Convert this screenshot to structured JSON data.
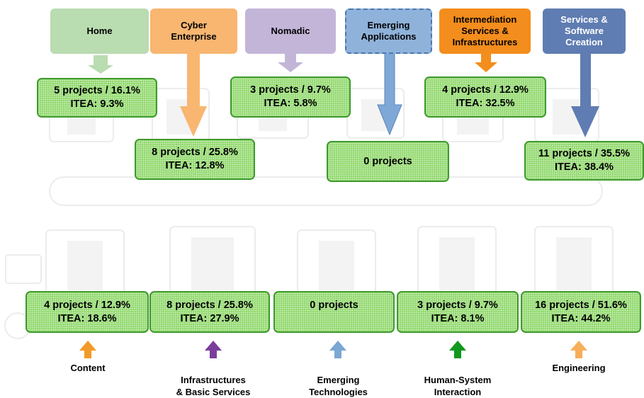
{
  "top_categories": [
    {
      "label": "Home",
      "color": "#b9dcb1",
      "stats": [
        "5 projects / 16.1%",
        "ITEA: 9.3%"
      ]
    },
    {
      "label": "Cyber\nEnterprise",
      "color": "#f8b671",
      "stats": [
        "8 projects / 25.8%",
        "ITEA: 12.8%"
      ]
    },
    {
      "label": "Nomadic",
      "color": "#c3b5d8",
      "stats": [
        "3 projects / 9.7%",
        "ITEA: 5.8%"
      ]
    },
    {
      "label": "Emerging\nApplications",
      "color": "#8fb2da",
      "stats": [
        "0 projects"
      ]
    },
    {
      "label": "Intermediation\nServices &\nInfrastructures",
      "color": "#f38d1d",
      "stats": [
        "4 projects / 12.9%",
        "ITEA: 32.5%"
      ]
    },
    {
      "label": "Services &\nSoftware\nCreation",
      "color": "#5f7db2",
      "stats": [
        "11 projects / 35.5%",
        "ITEA: 38.4%"
      ]
    }
  ],
  "bottom_categories": [
    {
      "label": "Content",
      "arrow_color": "#f29a29",
      "stats": [
        "4 projects / 12.9%",
        "ITEA: 18.6%"
      ]
    },
    {
      "label": "Infrastructures\n& Basic Services",
      "arrow_color": "#7a3d9c",
      "stats": [
        "8 projects / 25.8%",
        "ITEA: 27.9%"
      ]
    },
    {
      "label": "Emerging\nTechnologies",
      "arrow_color": "#7aa7d3",
      "stats": [
        "0 projects"
      ]
    },
    {
      "label": "Human-System\nInteraction",
      "arrow_color": "#10981f",
      "stats": [
        "3 projects / 9.7%",
        "ITEA: 8.1%"
      ]
    },
    {
      "label": "Engineering",
      "arrow_color": "#f6ae5a",
      "stats": [
        "16 projects / 51.6%",
        "ITEA: 44.2%"
      ]
    }
  ],
  "colors": {
    "stat_fill": "#8fd86a",
    "stat_border": "#3f9a2e",
    "top_text_white": "#ffffff"
  }
}
